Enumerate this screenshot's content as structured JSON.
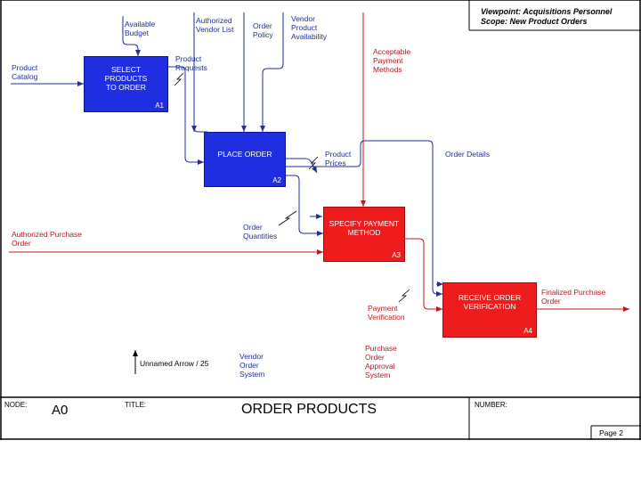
{
  "viewpoint": "Viewpoint: Acquisitions Personnel",
  "scope": "Scope: New Product Orders",
  "colors": {
    "control_arrow": "#1f2f9c",
    "red_arrow": "#c0161c",
    "box_blue": "#1f2ee0",
    "box_red": "#ee1c1c"
  },
  "activities": [
    {
      "id": "A1",
      "title": "SELECT\nPRODUCTS\nTO ORDER"
    },
    {
      "id": "A2",
      "title": "PLACE ORDER"
    },
    {
      "id": "A3",
      "title": "SPECIFY PAYMENT\nMETHOD"
    },
    {
      "id": "A4",
      "title": "RECEIVE ORDER\nVERIFICATION"
    }
  ],
  "arrow_labels": {
    "available_budget": "Available\nBudget",
    "authorized_vendor_list": "Authorized\nVendor List",
    "order_policy": "Order\nPolicy",
    "vendor_product_availability": "Vendor\nProduct\nAvailability",
    "product_catalog": "Product\nCatalog",
    "product_requests": "Product\nRequests",
    "acceptable_payment_methods": "Acceptable\nPayment\nMethods",
    "product_prices": "Product\nPrices",
    "order_details": "Order Details",
    "authorized_purchase_order": "Authorized Purchase\nOrder",
    "order_quantities": "Order\nQuantities",
    "finalized_purchase_order": "Finalized Purchase\nOrder",
    "payment_verification": "Payment\nVerification",
    "unnamed_arrow": "Unnamed Arrow / 25",
    "vendor_order_system": "Vendor\nOrder\nSystem",
    "purchase_order_approval_system": "Purchase\nOrder\nApproval\nSystem"
  },
  "footer": {
    "node_label": "NODE:",
    "node_value": "A0",
    "title_label": "TITLE:",
    "title_value": "ORDER PRODUCTS",
    "number_label": "NUMBER:",
    "page": "Page 2"
  }
}
